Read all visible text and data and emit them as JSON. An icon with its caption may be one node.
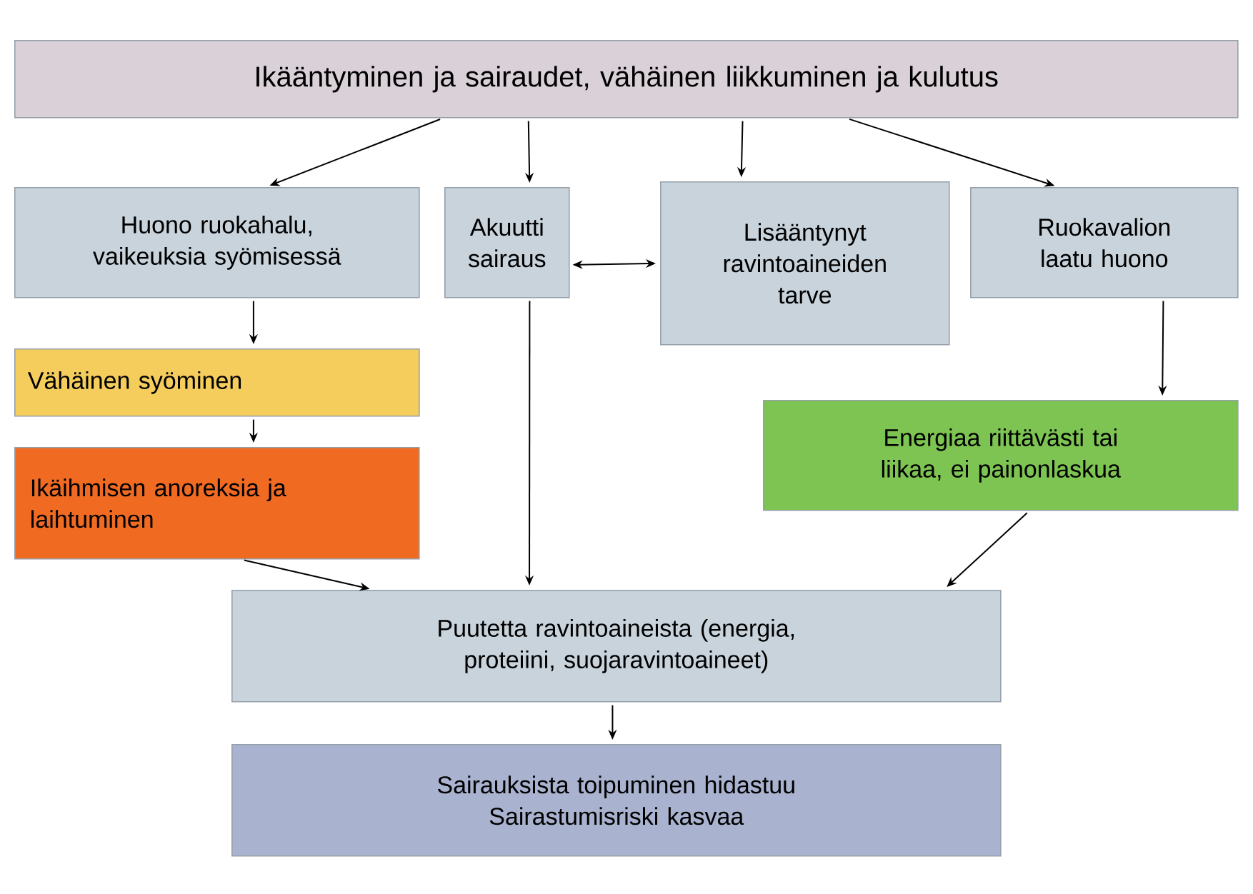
{
  "diagram": {
    "nodes": [
      {
        "text": [
          "Ikääntyminen ja sairaudet, vähäinen liikkuminen ja kulutus"
        ]
      },
      {
        "text": [
          "Huono ruokahalu, vaikeuksia syömisessä"
        ]
      },
      {
        "text": [
          "Akuutti sairaus"
        ]
      },
      {
        "text": [
          "Lisääntynyt ravintoaineiden tarve"
        ]
      },
      {
        "text": [
          "Ruokavalion laatu huono"
        ]
      },
      {
        "text": [
          "Vähäinen syöminen"
        ]
      },
      {
        "text": [
          "Ikäihmisen anoreksia ja laihtuminen"
        ]
      },
      {
        "text": [
          "Energiaa riittävästi tai liikaa, ei painonlaskua"
        ]
      },
      {
        "text": [
          "Puutetta ravintoaineista (energia, proteiini, suojaravintoaineet)"
        ]
      },
      {
        "text": [
          "Sairauksista toipuminen hidastuu",
          "Sairastumisriski kasvaa"
        ]
      }
    ],
    "edges": [
      {
        "from": 0,
        "to": 1,
        "arrow": "to"
      },
      {
        "from": 0,
        "to": 2,
        "arrow": "to"
      },
      {
        "from": 0,
        "to": 3,
        "arrow": "to"
      },
      {
        "from": 0,
        "to": 4,
        "arrow": "to"
      },
      {
        "from": 1,
        "to": 5,
        "arrow": "to"
      },
      {
        "from": 5,
        "to": 6,
        "arrow": "to"
      },
      {
        "from": 2,
        "to": 3,
        "arrow": "both"
      },
      {
        "from": 2,
        "to": 8,
        "arrow": "to"
      },
      {
        "from": 4,
        "to": 7,
        "arrow": "to"
      },
      {
        "from": 7,
        "to": 8,
        "arrow": "to"
      },
      {
        "from": 6,
        "to": 8,
        "arrow": "to"
      },
      {
        "from": 8,
        "to": 9,
        "arrow": "to"
      }
    ]
  }
}
